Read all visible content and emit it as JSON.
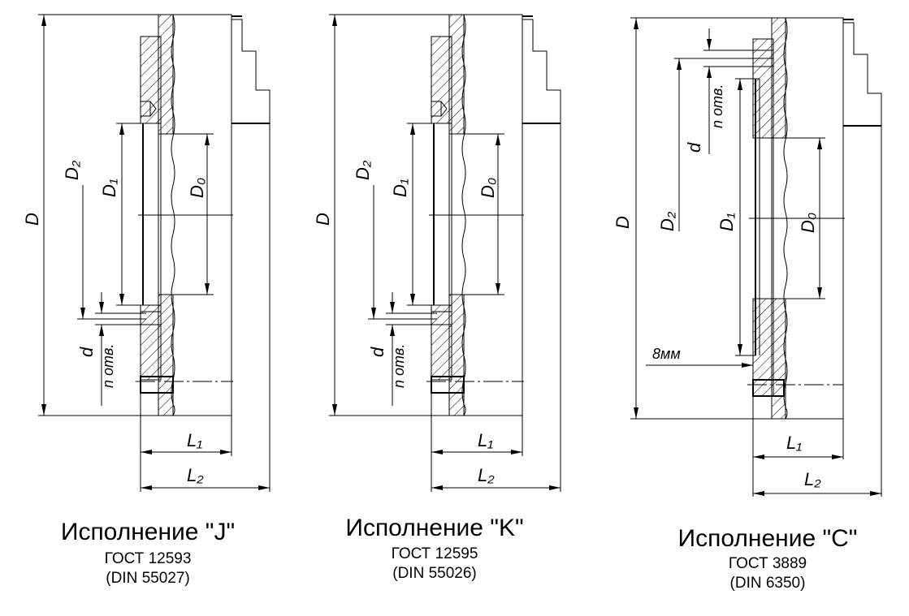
{
  "variants": [
    {
      "title": "Исполнение \"J\"",
      "gost": "ГОСТ 12593",
      "din": "(DIN 55027)",
      "labels": {
        "D": "D",
        "D2": "D₂",
        "D1": "D₁",
        "D0": "D₀",
        "d": "d",
        "n_holes": "n отв.",
        "L1": "L₁",
        "L2": "L₂"
      }
    },
    {
      "title": "Исполнение \"K\"",
      "gost": "ГОСТ 12595",
      "din": "(DIN 55026)",
      "labels": {
        "D": "D",
        "D2": "D₂",
        "D1": "D₁",
        "D0": "D₀",
        "d": "d",
        "n_holes": "n отв.",
        "L1": "L₁",
        "L2": "L₂"
      }
    },
    {
      "title": "Исполнение \"C\"",
      "gost": "ГОСТ 3889",
      "din": "(DIN 6350)",
      "labels": {
        "D": "D",
        "D2": "D₂",
        "D1": "D₁",
        "D0": "D₀",
        "d": "d",
        "n_holes": "n отв.",
        "L1": "L₁",
        "L2": "L₂",
        "offset": "8мм"
      }
    }
  ]
}
